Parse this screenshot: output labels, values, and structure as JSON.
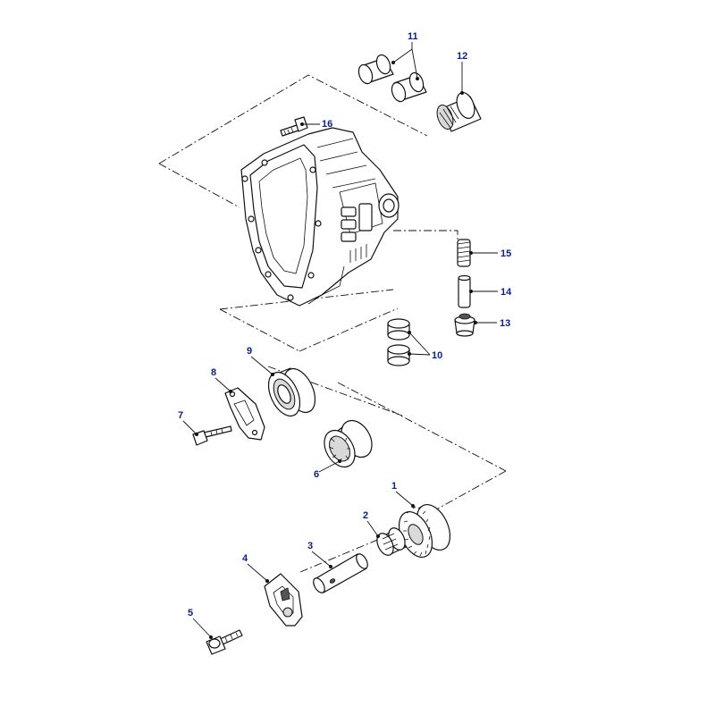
{
  "colors": {
    "callout": "#0a1f8f",
    "linework": "#111111",
    "background": "#ffffff"
  },
  "callouts": [
    {
      "id": "c1",
      "label": "1"
    },
    {
      "id": "c2",
      "label": "2"
    },
    {
      "id": "c3",
      "label": "3"
    },
    {
      "id": "c4",
      "label": "4"
    },
    {
      "id": "c5",
      "label": "5"
    },
    {
      "id": "c6",
      "label": "6"
    },
    {
      "id": "c7",
      "label": "7"
    },
    {
      "id": "c8",
      "label": "8"
    },
    {
      "id": "c9",
      "label": "9"
    },
    {
      "id": "c10",
      "label": "10"
    },
    {
      "id": "c11",
      "label": "11"
    },
    {
      "id": "c12",
      "label": "12"
    },
    {
      "id": "c13",
      "label": "13"
    },
    {
      "id": "c14",
      "label": "14"
    },
    {
      "id": "c15",
      "label": "15"
    },
    {
      "id": "c16",
      "label": "16"
    }
  ]
}
